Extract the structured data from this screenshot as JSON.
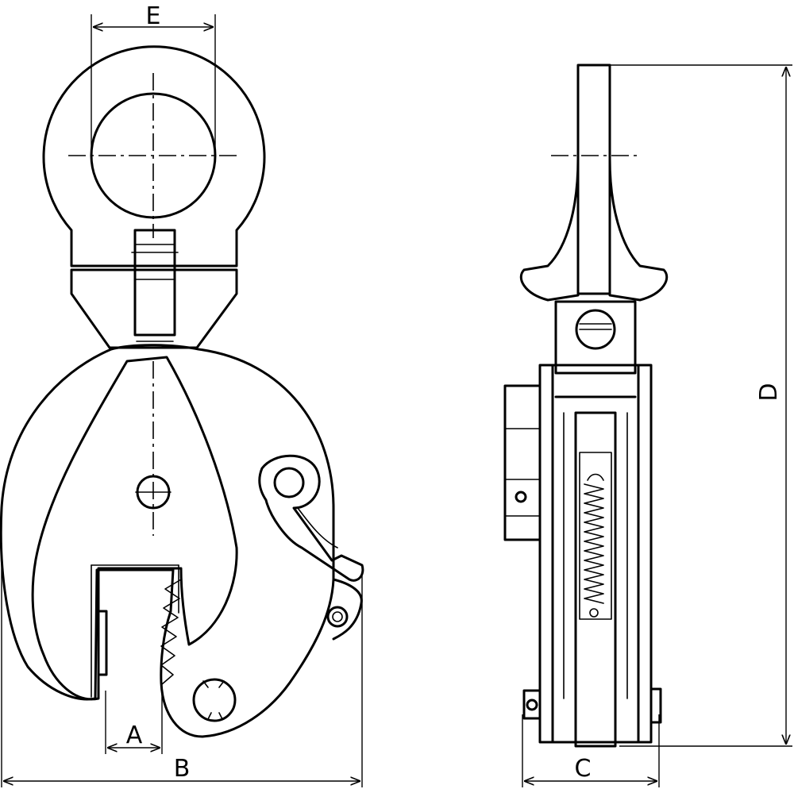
{
  "dimensions": {
    "A": "A",
    "B": "B",
    "C": "C",
    "D": "D",
    "E": "E"
  },
  "colors": {
    "line": "#000000",
    "background": "#ffffff"
  }
}
